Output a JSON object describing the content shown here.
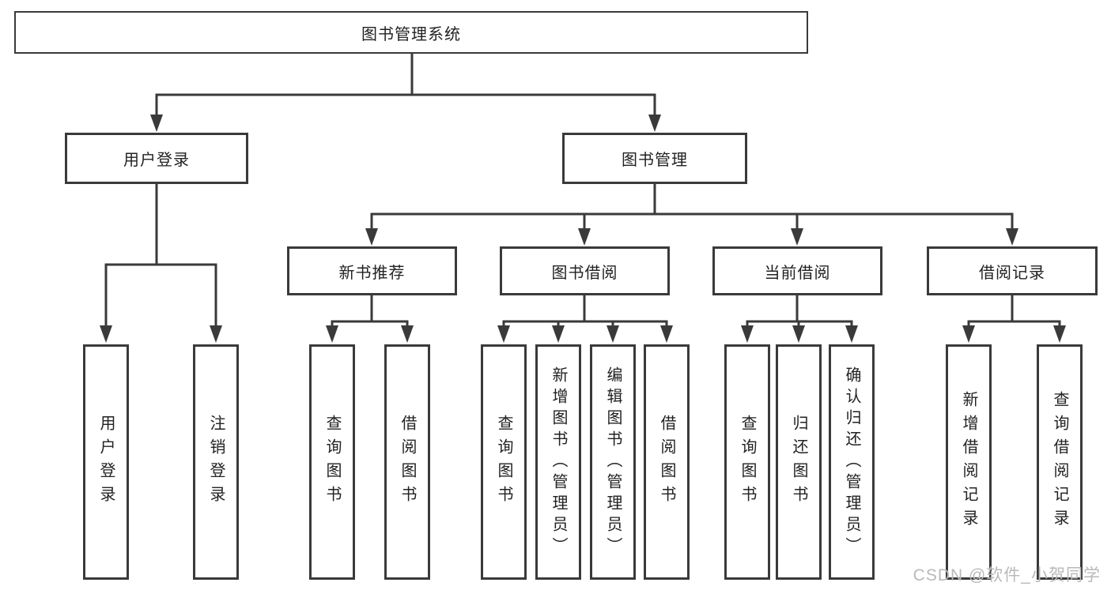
{
  "diagram_title": "图书管理系统",
  "nodes": {
    "root": "图书管理系统",
    "user_login": "用户登录",
    "book_mgmt": "图书管理",
    "new_book_rec": "新书推荐",
    "book_borrow": "图书借阅",
    "current_borrow": "当前借阅",
    "borrow_record": "借阅记录",
    "leaf_user_login": "用户登录",
    "leaf_logout": "注销登录",
    "leaf_query_book_1": "查询图书",
    "leaf_borrow_book_1": "借阅图书",
    "leaf_query_book_2": "查询图书",
    "leaf_add_book": "新增图书（管理员）",
    "leaf_edit_book": "编辑图书（管理员）",
    "leaf_borrow_book_2": "借阅图书",
    "leaf_query_book_3": "查询图书",
    "leaf_return_book": "归还图书",
    "leaf_confirm_return": "确认归还（管理员）",
    "leaf_add_record": "新增借阅记录",
    "leaf_query_record": "查询借阅记录"
  },
  "watermark": "CSDN @软件_小贺同学",
  "colors": {
    "line": "#3a3a3a",
    "text": "#222222",
    "watermark": "#b9b9b9",
    "background": "#ffffff"
  }
}
